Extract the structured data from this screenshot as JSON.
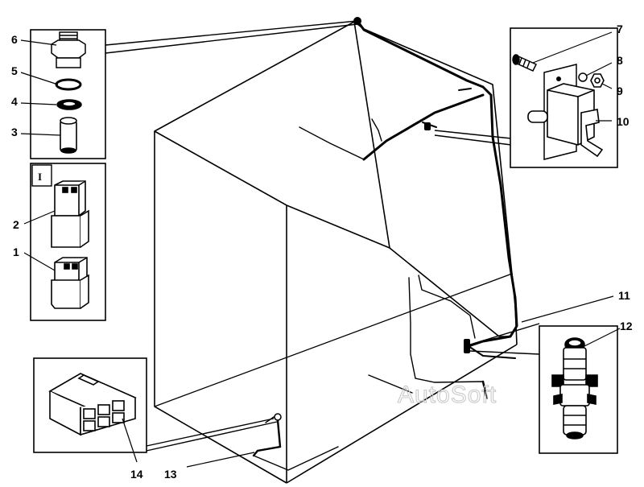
{
  "callouts": {
    "c1": "1",
    "c2": "2",
    "c3": "3",
    "c4": "4",
    "c5": "5",
    "c6": "6",
    "c7": "7",
    "c8": "8",
    "c9": "9",
    "c10": "10",
    "c11": "11",
    "c12": "12",
    "c13": "13",
    "c14": "14"
  },
  "inset_label": "I",
  "watermark": "AutoSoft",
  "colors": {
    "ink": "#000000",
    "watermark": "#c9c9c9",
    "paper": "#ffffff"
  }
}
